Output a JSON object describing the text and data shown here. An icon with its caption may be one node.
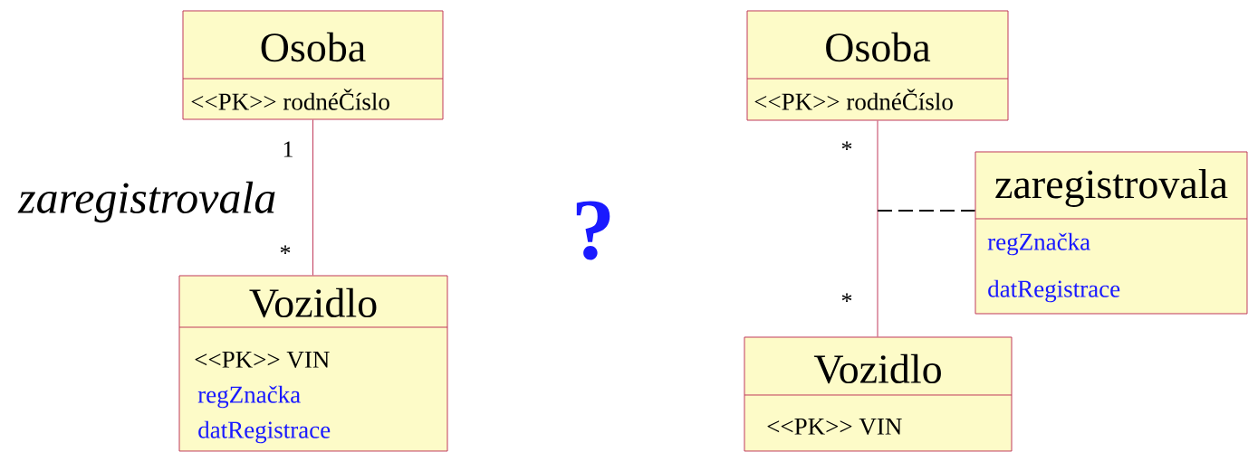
{
  "diagram": {
    "nodes": [
      {
        "text": [
          "Osoba",
          "<<PK>> rodnéČíslo"
        ]
      },
      {
        "text": [
          "Vozidlo",
          "<<PK>> VIN",
          "regZnačka",
          "datRegistrace"
        ]
      },
      {
        "text": [
          "Osoba",
          "<<PK>> rodnéČíslo"
        ]
      },
      {
        "text": [
          "zaregistrovala",
          "regZnačka",
          "datRegistrace"
        ]
      },
      {
        "text": [
          "Vozidlo",
          "<<PK>> VIN"
        ]
      }
    ],
    "edges": [
      {
        "from": 0,
        "to": 1,
        "arrow": "none",
        "label": "zaregistrovala"
      },
      {
        "from": 2,
        "to": 4,
        "arrow": "none"
      },
      {
        "from": null,
        "to": 3,
        "arrow": "none",
        "style": "dashed",
        "color": "#000000"
      }
    ],
    "labels": [
      "1",
      "*",
      "?",
      "*",
      "*"
    ]
  }
}
